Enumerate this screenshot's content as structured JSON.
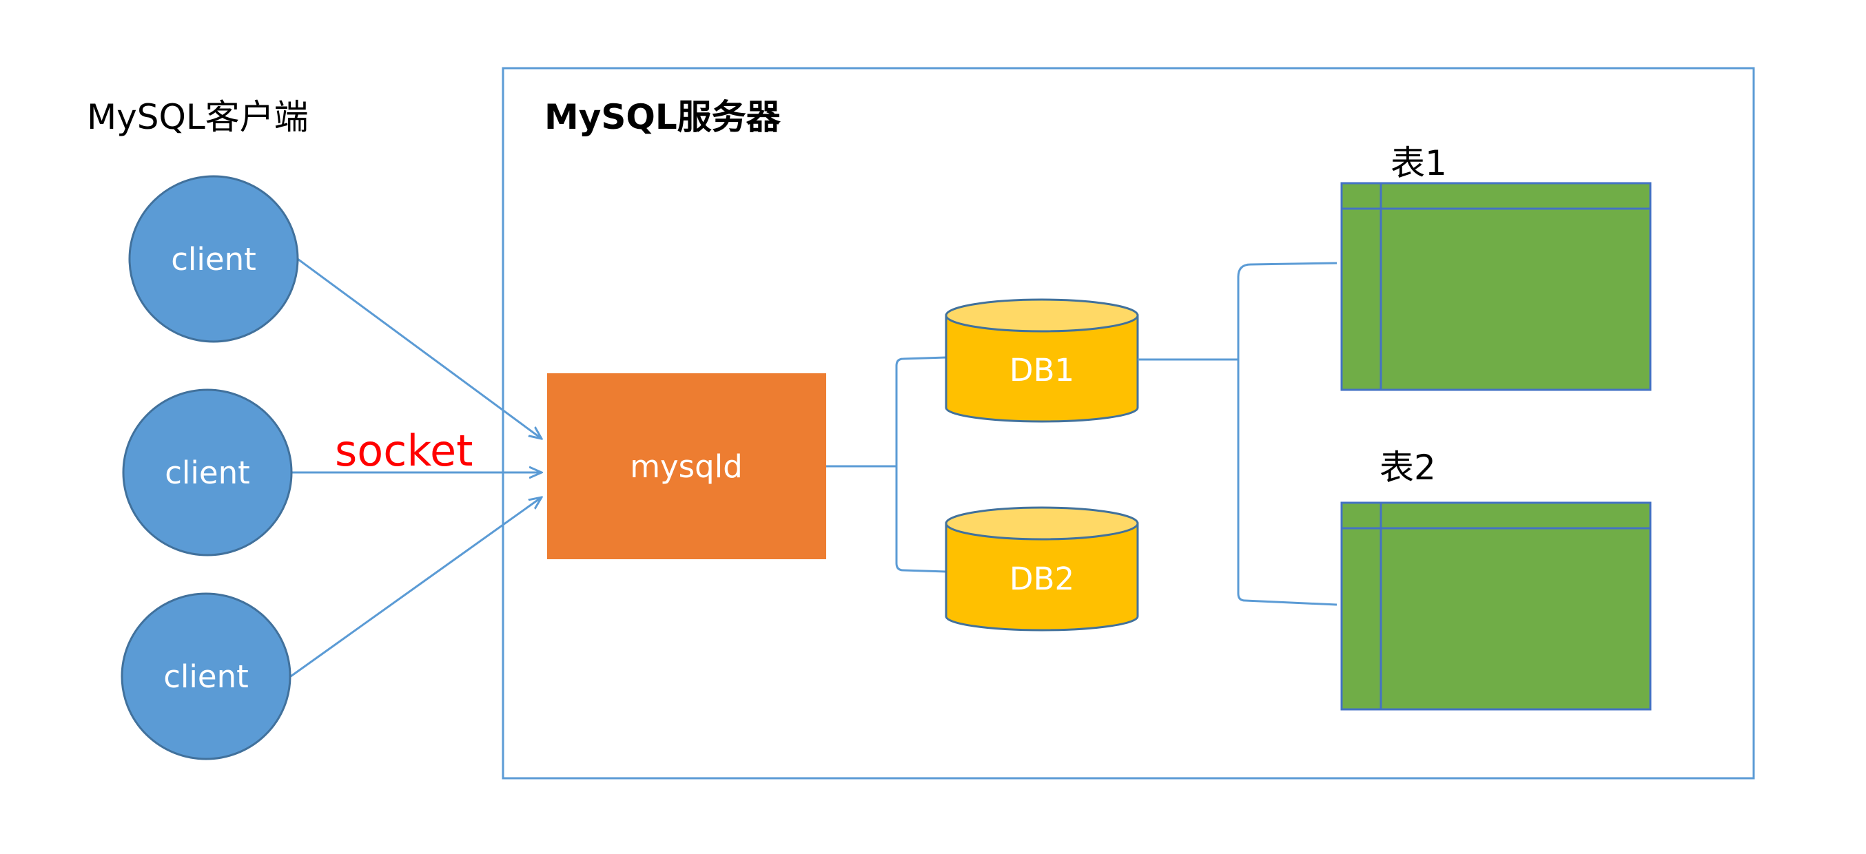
{
  "client_area": {
    "title": "MySQL客户端",
    "clients": [
      {
        "label": "client"
      },
      {
        "label": "client"
      },
      {
        "label": "client"
      }
    ],
    "connection_label": "socket"
  },
  "server": {
    "title": "MySQL服务器",
    "process": {
      "label": "mysqld"
    },
    "databases": [
      {
        "label": "DB1"
      },
      {
        "label": "DB2"
      }
    ],
    "tables": [
      {
        "label": "表1"
      },
      {
        "label": "表2"
      }
    ]
  },
  "colors": {
    "client_fill": "#5B9BD5",
    "client_stroke": "#41719C",
    "mysqld_fill": "#ED7D31",
    "db_fill": "#FFC000",
    "db_top": "#FFD966",
    "db_stroke": "#41719C",
    "table_fill": "#70AD47",
    "table_stroke": "#4472C4",
    "line": "#5B9BD5",
    "socket_text": "#FF0000"
  }
}
